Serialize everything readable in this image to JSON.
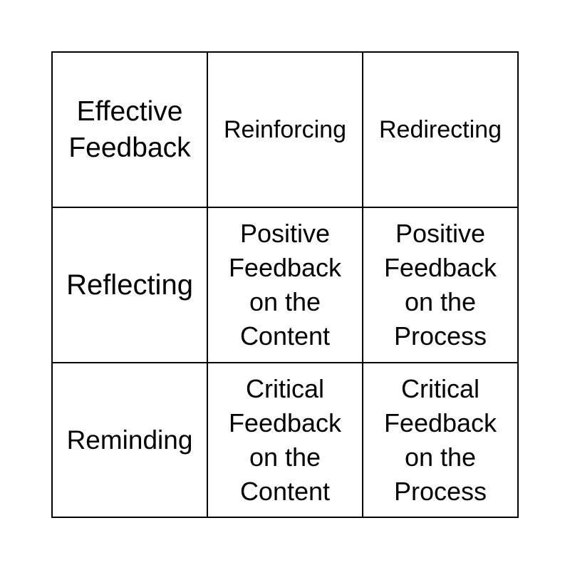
{
  "board": {
    "cells": [
      {
        "text": "Effective\nFeedback"
      },
      {
        "text": "Reinforcing"
      },
      {
        "text": "Redirecting"
      },
      {
        "text": "Reflecting"
      },
      {
        "text": "Positive\nFeedback\non the\nContent"
      },
      {
        "text": "Positive\nFeedback\non the\nProcess"
      },
      {
        "text": "Reminding"
      },
      {
        "text": "Critical\nFeedback\non the\nContent"
      },
      {
        "text": "Critical\nFeedback\non the\nProcess"
      }
    ]
  },
  "colors": {
    "background": "#ffffff",
    "border": "#000000",
    "text": "#000000"
  }
}
